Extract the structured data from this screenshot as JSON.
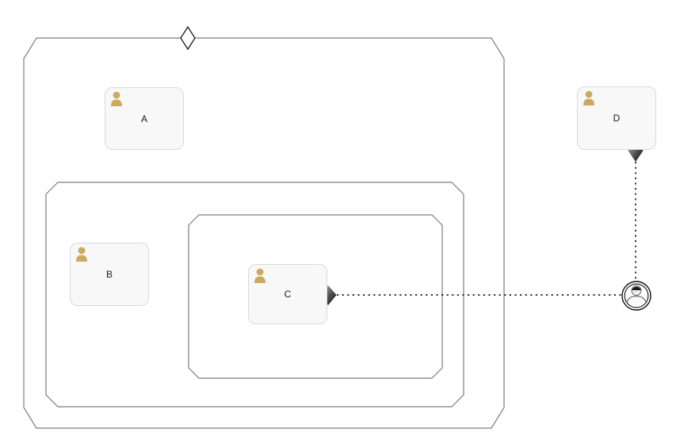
{
  "diagram": {
    "nodes": [
      {
        "id": "A",
        "label": "A",
        "icon": "person-icon",
        "parent": "outer-boundary"
      },
      {
        "id": "B",
        "label": "B",
        "icon": "person-icon",
        "parent": "middle-boundary"
      },
      {
        "id": "C",
        "label": "C",
        "icon": "person-icon",
        "parent": "inner-boundary"
      },
      {
        "id": "D",
        "label": "D",
        "icon": "person-icon",
        "parent": "none"
      }
    ],
    "boundaries": [
      {
        "id": "outer-boundary",
        "shape": "chamfered-rectangle",
        "decoration": "hollow-diamond-on-top-edge"
      },
      {
        "id": "middle-boundary",
        "shape": "chamfered-rectangle",
        "inside": "outer-boundary"
      },
      {
        "id": "inner-boundary",
        "shape": "chamfered-rectangle",
        "inside": "middle-boundary"
      }
    ],
    "connectors": [
      {
        "from": "C",
        "to": "junction-actor-node",
        "style": "dotted",
        "source_end": "filled-diamond",
        "target_end": "none"
      },
      {
        "from": "D",
        "to": "junction-actor-node",
        "style": "dotted",
        "source_end": "filled-diamond",
        "target_end": "none"
      }
    ],
    "junction": {
      "id": "junction-actor-node",
      "shape": "double-circle-with-person"
    },
    "colors": {
      "node_fill": "#f8f8f8",
      "node_border": "#d9d9d9",
      "person_icon": "#cda85f",
      "boundary_border": "#7d7d7d",
      "connector": "#1a1a1a",
      "hollow_diamond_fill": "#ffffff",
      "filled_diamond_gradient_start": "#b8b8b8",
      "filled_diamond_gradient_end": "#000000",
      "background": "#ffffff"
    }
  }
}
